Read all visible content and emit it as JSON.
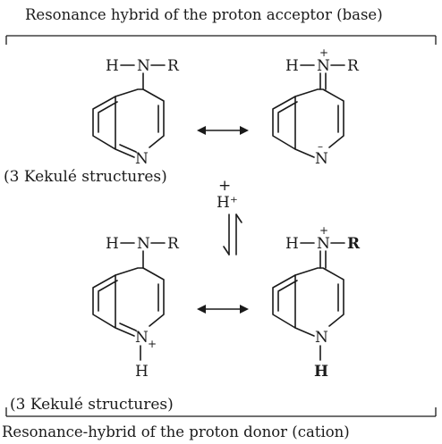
{
  "top_caption": "Resonance hybrid of the proton acceptor (base)",
  "bottom_caption": "Resonance-hybrid of the proton donor (cation)",
  "kekule_note_top": "(3 Kekulé structures)",
  "kekule_note_bottom": "(3 Kekulé structures)",
  "proton_label": "H⁺",
  "proton_plus": "+",
  "atoms": {
    "H": "H",
    "N": "N",
    "R": "R",
    "plus": "+",
    "minus": "–"
  }
}
